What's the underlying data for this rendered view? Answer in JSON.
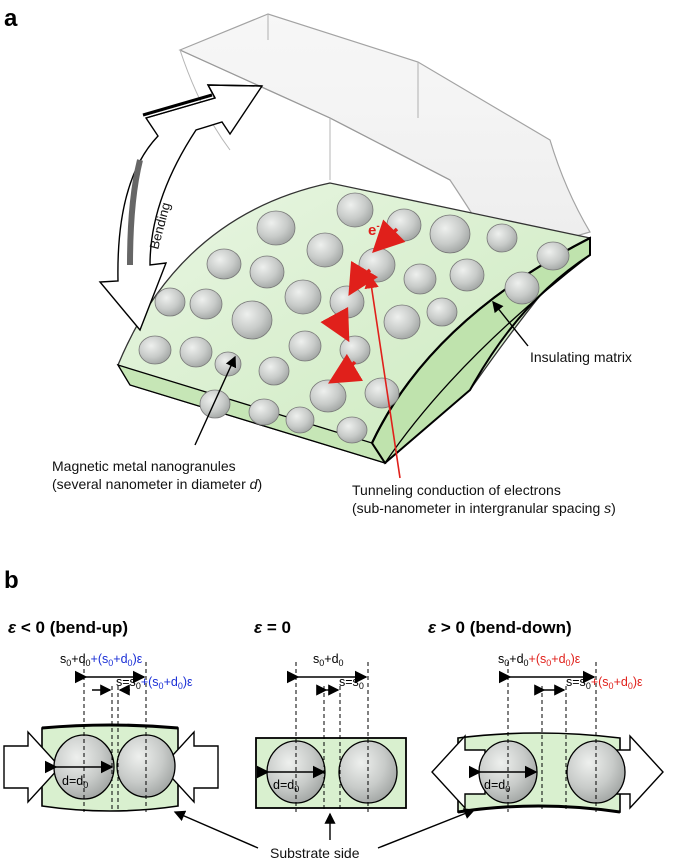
{
  "panel_a": {
    "label": "a",
    "bending_label": "Bending",
    "electron_label": "e",
    "electron_charge": "-",
    "insulating_matrix": "Insulating matrix",
    "nanogranules_line1": "Magnetic metal nanogranules",
    "nanogranules_line2_prefix": "(several nanometer in diameter ",
    "nanogranules_line2_var": "d",
    "nanogranules_line2_suffix": ")",
    "tunneling_line1": "Tunneling conduction of electrons",
    "tunneling_line2_prefix": "(sub-nanometer in intergranular spacing ",
    "tunneling_line2_var": "s",
    "tunneling_line2_suffix": ")"
  },
  "panel_b": {
    "label": "b",
    "conditions": [
      {
        "eps": "ε",
        "rel": " < 0 (bend-up)"
      },
      {
        "eps": "ε",
        "rel": " = 0"
      },
      {
        "eps": "ε",
        "rel": " > 0 (bend-down)"
      }
    ],
    "period_label": "s0+d0",
    "spacing_equal": "s=s0",
    "diameter_label": "d=d0",
    "strain_term": "+(s0+d0)ε",
    "substrate_side": "Substrate side"
  },
  "colors": {
    "matrix_fill": "#d9f0cf",
    "matrix_edge": "#b9dfaa",
    "granule_fill": "#c9ccca",
    "arrow_red": "#e0201b",
    "blue_text": "#1a2fd6",
    "red_text": "#e0201b"
  }
}
